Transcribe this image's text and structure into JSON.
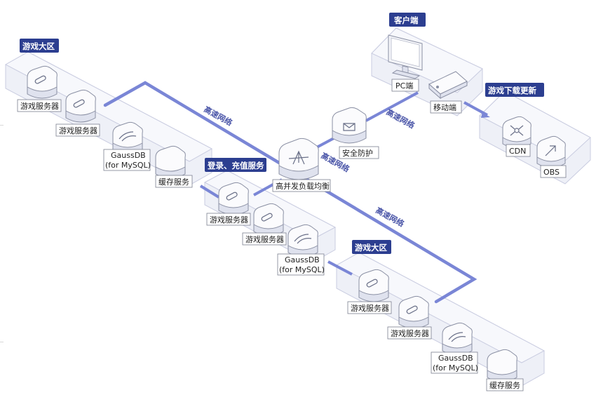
{
  "zones": {
    "game_region_1": {
      "title": "游戏大区"
    },
    "login_service": {
      "title": "登录、充值服务"
    },
    "game_region_2": {
      "title": "游戏大区"
    },
    "client": {
      "title": "客户端"
    },
    "download_update": {
      "title": "游戏下载更新"
    }
  },
  "nodes": {
    "r1_server_a": "游戏服务器",
    "r1_server_b": "游戏服务器",
    "r1_gaussdb": [
      "GaussDB",
      "(for MySQL)"
    ],
    "r1_cache": "缓存服务",
    "login_server_a": "游戏服务器",
    "login_server_b": "游戏服务器",
    "login_gaussdb": [
      "GaussDB",
      "(for MySQL)"
    ],
    "r2_server_a": "游戏服务器",
    "r2_server_b": "游戏服务器",
    "r2_gaussdb": [
      "GaussDB",
      "(for MySQL)"
    ],
    "r2_cache": "缓存服务",
    "load_balancer": "高并发负载均衡",
    "security": "安全防护",
    "pc": "PC端",
    "mobile": "移动端",
    "cdn": "CDN",
    "obs": "OBS"
  },
  "links": {
    "net_1": "高速网络",
    "net_2": "高速网络",
    "net_3": "高速网络",
    "net_4": "高速网络"
  },
  "colors": {
    "tag_bg": "#2c3e90",
    "link": "#7a86d6",
    "zone_fill": "#eef0f7",
    "zone_border": "#c9cce0"
  },
  "icons": [
    "server-icon",
    "gaussdb-icon",
    "cache-icon",
    "load-balancer-icon",
    "security-icon",
    "pc-icon",
    "mobile-icon",
    "cdn-icon",
    "obs-icon"
  ]
}
